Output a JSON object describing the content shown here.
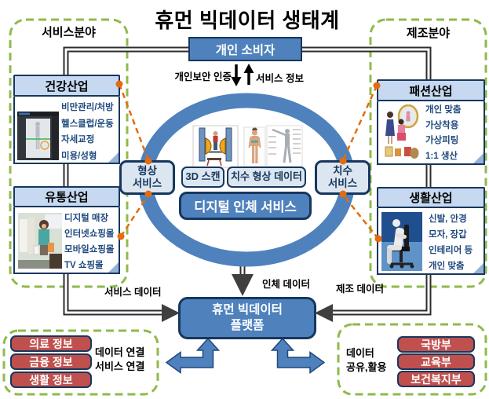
{
  "title": "휴먼 빅데이터 생태계",
  "zones": {
    "service": {
      "label": "서비스분야"
    },
    "manufacturing": {
      "label": "제조분야"
    }
  },
  "consumer": {
    "label": "개인 소비자"
  },
  "flows": {
    "personal_auth": "개인보안 인증",
    "service_info": "서비스 정보",
    "service_data": "서비스 데이터",
    "human_body_data": "인체 데이터",
    "manufacturing_data": "제조 데이터"
  },
  "industries": {
    "health": {
      "title": "건강산업",
      "items": [
        "비만관리/처방",
        "헬스클럽/운동",
        "자세교정",
        "미용/성형"
      ]
    },
    "retail": {
      "title": "유통산업",
      "items": [
        "디지털 매장",
        "인터넷쇼핑몰",
        "모바일쇼핑몰",
        "TV 쇼핑몰"
      ]
    },
    "fashion": {
      "title": "패션산업",
      "items": [
        "개인 맞춤",
        "가상착용",
        "가상피팅",
        "1:1 생산"
      ]
    },
    "living": {
      "title": "생활산업",
      "items": [
        "신발, 안경",
        "모자, 장갑",
        "인테리어 등",
        "개인 맞춤"
      ]
    }
  },
  "hub": {
    "shape_service": {
      "line1": "형상",
      "line2": "서비스"
    },
    "measure_service": {
      "line1": "치수",
      "line2": "서비스"
    },
    "scan_box": "3D 스캔",
    "measure_shape_data_box": "치수 형상 데이터",
    "digital_body_service": "디지털 인체 서비스"
  },
  "platform": {
    "line1": "휴먼 빅데이터",
    "line2": "플랫폼"
  },
  "bottom_left": {
    "boxes": [
      "의료 정보",
      "금융 정보",
      "생활 정보"
    ],
    "caption": {
      "line1": "데이터 연결",
      "line2": "서비스 연결"
    }
  },
  "bottom_right": {
    "boxes": [
      "국방부",
      "교육부",
      "보건복지부"
    ],
    "caption": {
      "line1": "데이터",
      "line2": "공유,활용"
    }
  },
  "colors": {
    "accent_blue": "#4f81bd",
    "navy_border": "#17375d",
    "light_blue_fill": "#dce6f1",
    "header_blue_fill": "#c6d9f0",
    "red_box": "#c0504d",
    "green_dashed": "#8fba4c",
    "orange_dashed": "#e66b0b",
    "item_text": "#1f497d"
  }
}
